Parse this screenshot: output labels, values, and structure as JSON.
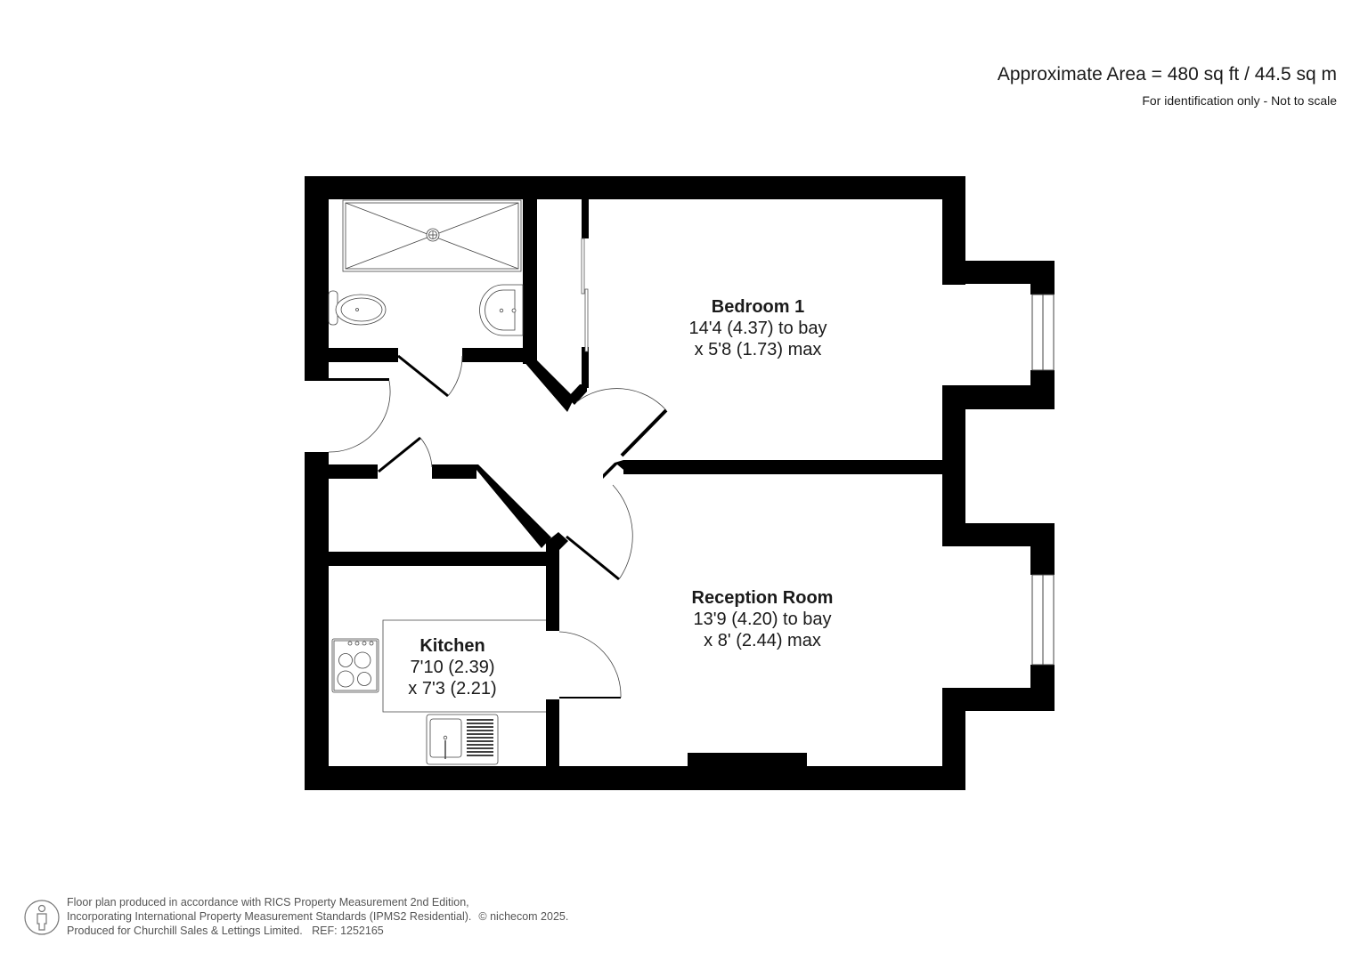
{
  "header": {
    "area_title": "Approximate Area = 480 sq ft / 44.5 sq m",
    "disclaimer": "For identification only - Not to scale"
  },
  "rooms": [
    {
      "name": "Bedroom 1",
      "dim1": "14'4 (4.37) to bay",
      "dim2": "x 5'8 (1.73) max"
    },
    {
      "name": "Reception Room",
      "dim1": "13'9 (4.20) to bay",
      "dim2": "x 8' (2.44) max"
    },
    {
      "name": "Kitchen",
      "dim1": "7'10 (2.39)",
      "dim2": "x 7'3 (2.21)"
    }
  ],
  "fixtures": [
    "shower-tray",
    "toilet",
    "wash-basin",
    "hob",
    "sink-drainer",
    "fitted-wardrobe"
  ],
  "footer": {
    "line1": "Floor plan produced in accordance with RICS Property Measurement 2nd Edition,",
    "line2": "Incorporating International Property Measurement Standards (IPMS2 Residential).",
    "copyright": "© nichecom 2025.",
    "line3": "Produced for Churchill Sales & Lettings Limited.   REF: 1252165"
  },
  "colors": {
    "wall": "#000000",
    "text": "#1a1a1a",
    "footer_text": "#555555"
  }
}
